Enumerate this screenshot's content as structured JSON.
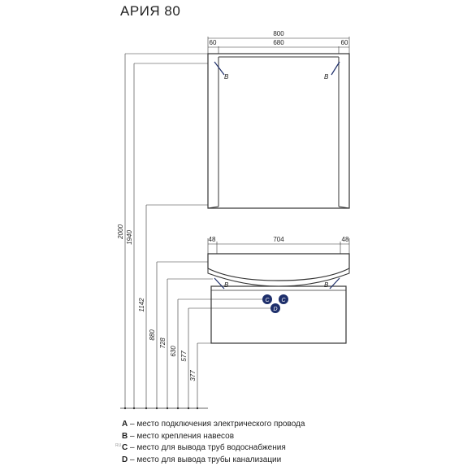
{
  "title": "АРИЯ 80",
  "mirror": {
    "total_width": "800",
    "inner_width": "680",
    "left_margin": "60",
    "right_margin": "60",
    "label_left": "B",
    "label_right": "B"
  },
  "cabinet": {
    "inner_width": "704",
    "left_margin": "48",
    "right_margin": "48",
    "label_left": "B",
    "label_right": "B",
    "point_c1": "C",
    "point_c2": "C",
    "point_d": "D"
  },
  "heights": {
    "h2000": "2000",
    "h1940": "1940",
    "h1142": "1142",
    "h880": "880",
    "h728": "728",
    "h630": "630",
    "h577": "577",
    "h377": "377"
  },
  "legend": [
    {
      "key": "A",
      "text": "– место подключения электрического провода"
    },
    {
      "key": "B",
      "text": "– место крепления навесов"
    },
    {
      "key": "C",
      "text": "– место для вывода труб водоснабжения"
    },
    {
      "key": "D",
      "text": "– место для вывода трубы канализации"
    }
  ],
  "watermark": "RU"
}
